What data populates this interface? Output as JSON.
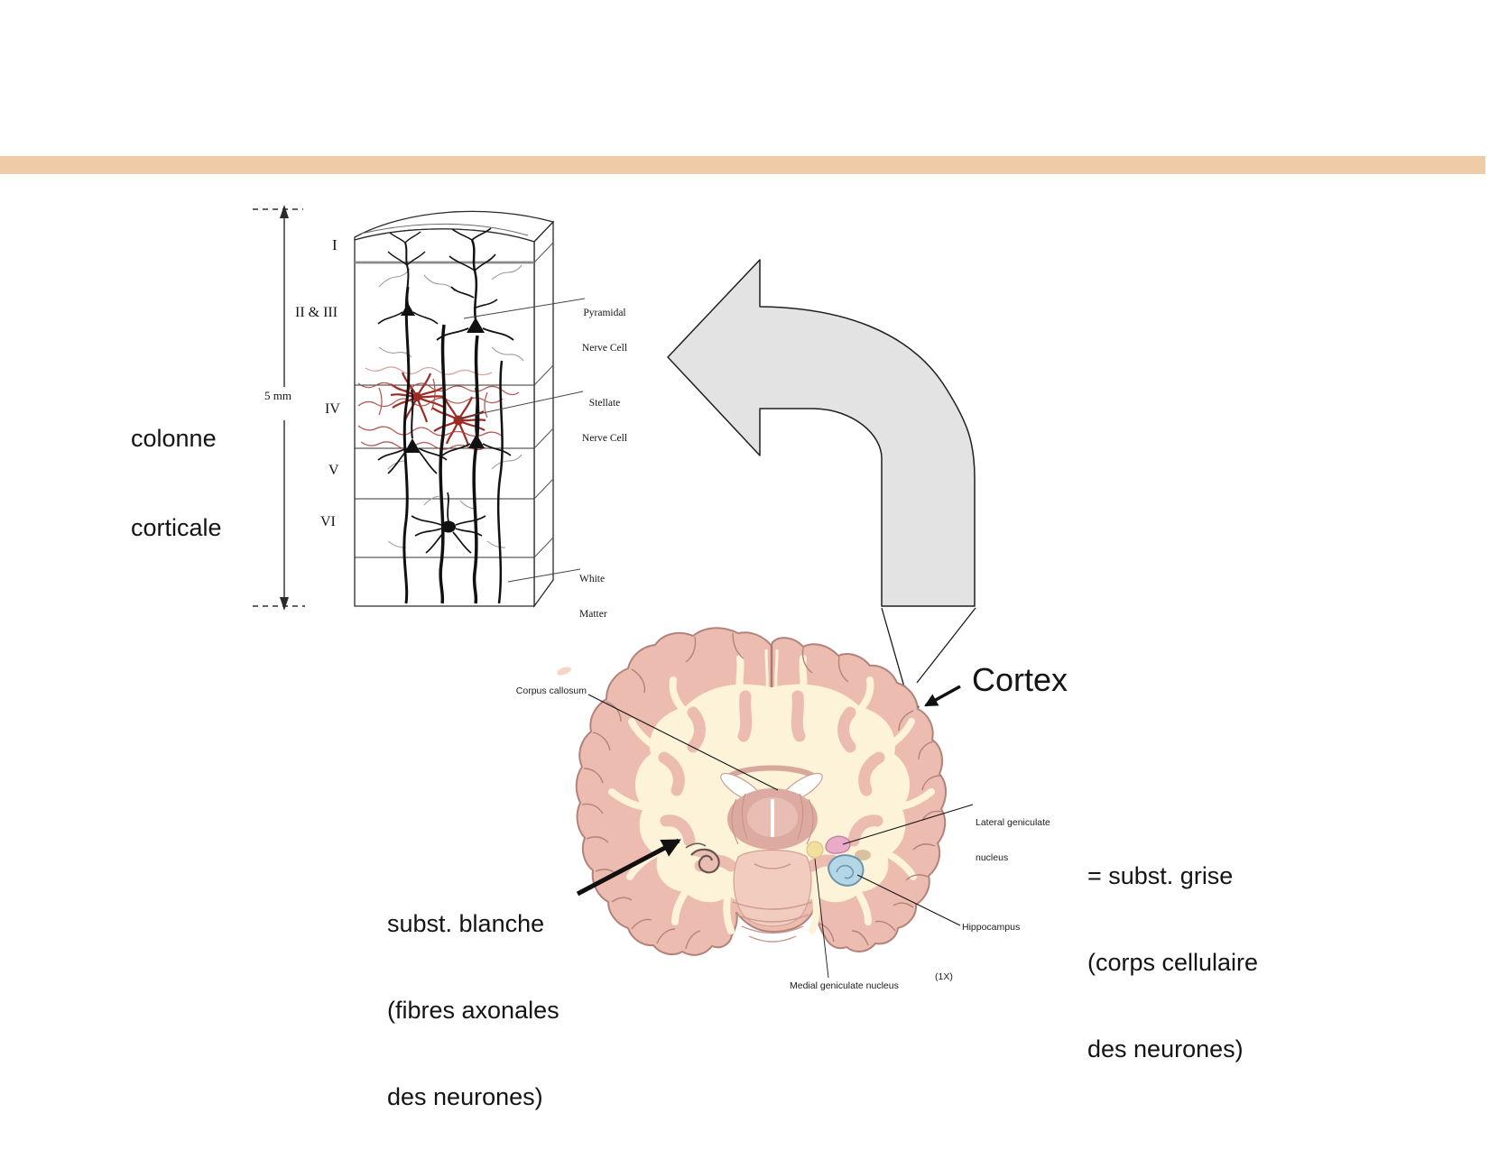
{
  "page": {
    "background": "#ffffff",
    "accent_bar_color": "#f0cba7"
  },
  "cortical_column": {
    "caption": {
      "line1": "colonne",
      "line2": "corticale"
    },
    "scale": "5 mm",
    "layers": {
      "l1": "I",
      "l23": "II & III",
      "l4": "IV",
      "l5": "V",
      "l6": "VI"
    },
    "labels": {
      "pyramidal_1": "Pyramidal",
      "pyramidal_2": "Nerve Cell",
      "stellate_1": "Stellate",
      "stellate_2": "Nerve Cell",
      "white_matter_1": "White",
      "white_matter_2": "Matter"
    }
  },
  "brain_section": {
    "labels": {
      "corpus_callosum": "Corpus callosum",
      "lateral_geniculate_1": "Lateral geniculate",
      "lateral_geniculate_2": "nucleus",
      "hippocampus": "Hippocampus",
      "medial_geniculate": "Medial geniculate nucleus",
      "magnification": "(1X)"
    },
    "cortex_label": "Cortex",
    "gray_matter_note": {
      "line1": "= subst. grise",
      "line2": "(corps cellulaire",
      "line3": "des neurones)"
    },
    "white_matter_note": {
      "line1": "subst. blanche",
      "line2": "(fibres axonales",
      "line3": "des neurones)"
    }
  },
  "colors": {
    "arrow_fill": "#e3e3e3",
    "stellate_red": "#9c2b25",
    "brain_pink": "#edbcb1",
    "white_matter_cream": "#fcf3d8",
    "hippocampus_blue": "#b3d7e6",
    "lateral_geniculate_pink": "#eaabc7",
    "medial_geniculate_yellow": "#f2df9f"
  }
}
